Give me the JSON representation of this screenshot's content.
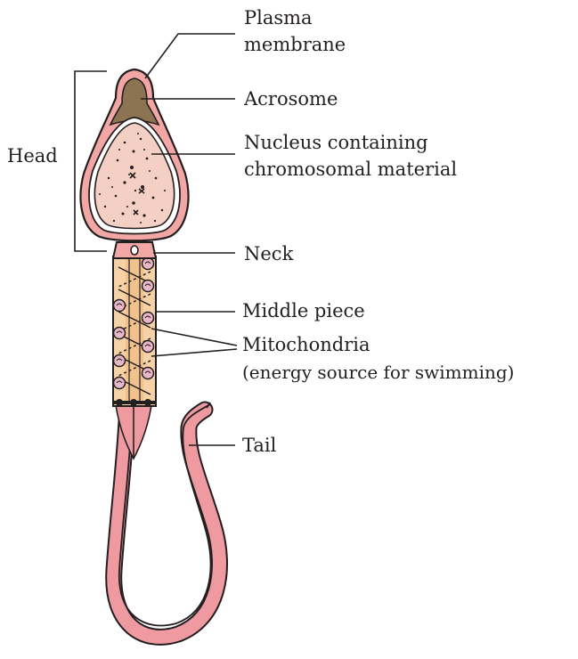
{
  "labels": {
    "plasma_membrane_1": "Plasma",
    "plasma_membrane_2": "membrane",
    "acrosome": "Acrosome",
    "nucleus_1": "Nucleus containing",
    "nucleus_2": "chromosomal material",
    "head": "Head",
    "neck": "Neck",
    "middle_piece": "Middle piece",
    "mitochondria_1": "Mitochondria",
    "mitochondria_2": "(energy source for swimming)",
    "tail": "Tail"
  },
  "colors": {
    "outline": "#231f20",
    "membrane_pink": "#f2a7a5",
    "acrosome_brown": "#8c7352",
    "nucleus_fill": "#f3cfc4",
    "middle_piece_fill": "#f6d2a6",
    "tail_fill": "#ef9aa0",
    "mitochondria_fill": "#e9b8c8"
  }
}
